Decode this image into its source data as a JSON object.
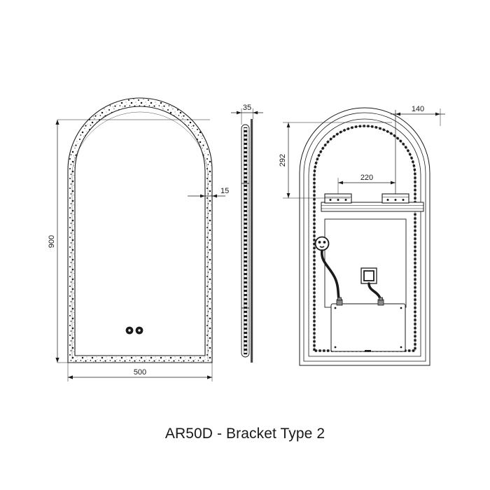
{
  "drawing": {
    "caption": "AR50D - Bracket Type 2",
    "product_code": "AR50D",
    "bracket_type": "Bracket Type 2",
    "background_color": "#ffffff",
    "line_color": "#1a1a1a",
    "units": "mm",
    "views": [
      {
        "id": "front",
        "name": "front-elevation"
      },
      {
        "id": "side",
        "name": "side-elevation"
      },
      {
        "id": "rear",
        "name": "rear-elevation"
      }
    ]
  },
  "dimensions": {
    "height": "900",
    "width": "500",
    "frame_edge": "15",
    "depth": "35",
    "bracket_from_top": "292",
    "bracket_spacing": "220",
    "bracket_from_side": "140"
  },
  "front_view": {
    "label_height": "900",
    "label_width": "500",
    "label_edge": "15",
    "touch_sensors": 2
  },
  "side_view": {
    "label_depth": "35"
  },
  "rear_view": {
    "label_top_offset": "292",
    "label_bracket_span": "220",
    "label_side_offset": "140",
    "components": [
      "mounting-rail",
      "bracket-block-left",
      "bracket-block-right",
      "backing-panel",
      "power-plug",
      "power-cable",
      "sensor-switch",
      "sensor-cable",
      "driver-box"
    ]
  }
}
